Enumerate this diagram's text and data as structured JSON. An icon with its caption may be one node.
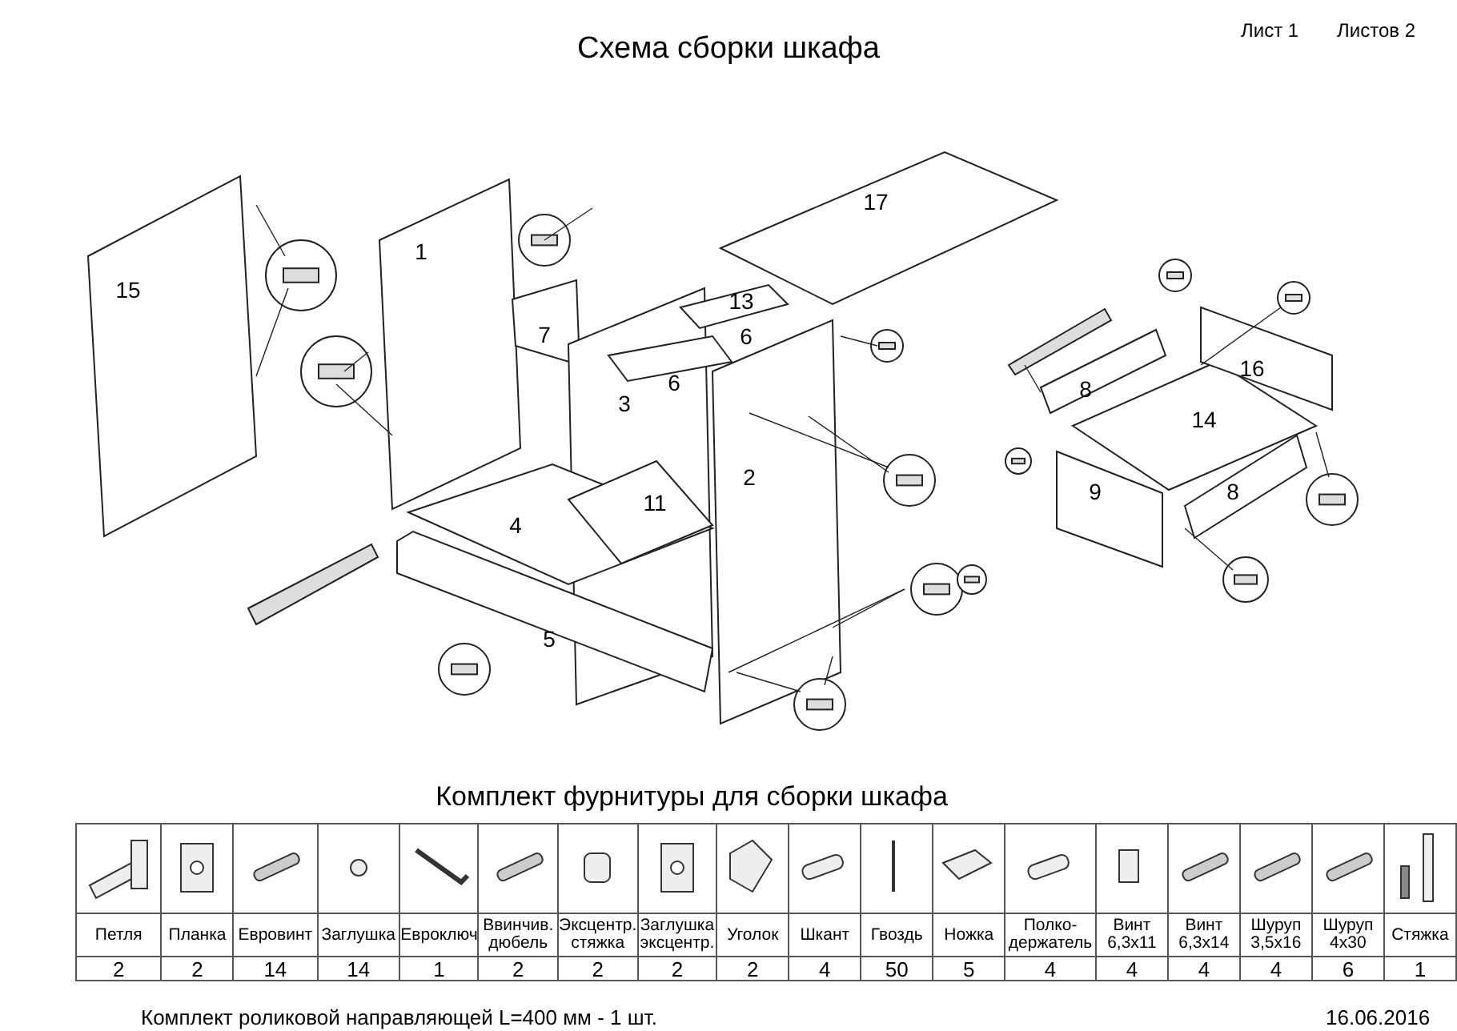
{
  "diagram": {
    "title": "Схема сборки шкафа",
    "labels": [
      "Лист 1",
      "Листов 2",
      "17",
      "15",
      "1",
      "13",
      "7",
      "6",
      "6",
      "3",
      "2",
      "4",
      "11",
      "5",
      "16",
      "8",
      "14",
      "9",
      "8",
      "Комплект фурнитуры для сборки шкафа",
      "Петля",
      "Планка",
      "Евровинт",
      "Заглушка",
      "Евроключ",
      "Ввинчив. дюбель",
      "Эксцентр. стяжка",
      "Заглушка эксцентр.",
      "Уголок",
      "Шкант",
      "Гвоздь",
      "Ножка",
      "Полко- держатель",
      "Винт 6,3х11",
      "Винт 6,3х14",
      "Шуруп 3,5х16",
      "Шуруп 4х30",
      "Стяжка",
      "2",
      "2",
      "14",
      "14",
      "1",
      "2",
      "2",
      "2",
      "2",
      "4",
      "50",
      "5",
      "4",
      "4",
      "4",
      "4",
      "6",
      "1",
      "Комплект роликовой направляющей L=400 мм - 1 шт.",
      "16.06.2016"
    ]
  }
}
